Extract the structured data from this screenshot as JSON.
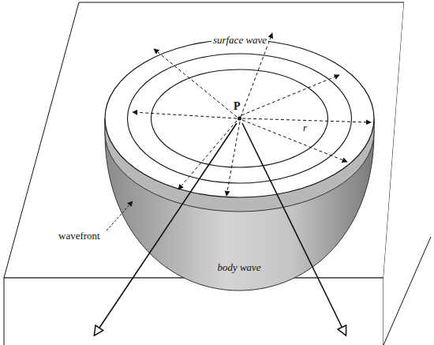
{
  "diagram": {
    "labels": [
      "surface wave",
      "P",
      "r",
      "wavefront",
      "body wave"
    ]
  }
}
